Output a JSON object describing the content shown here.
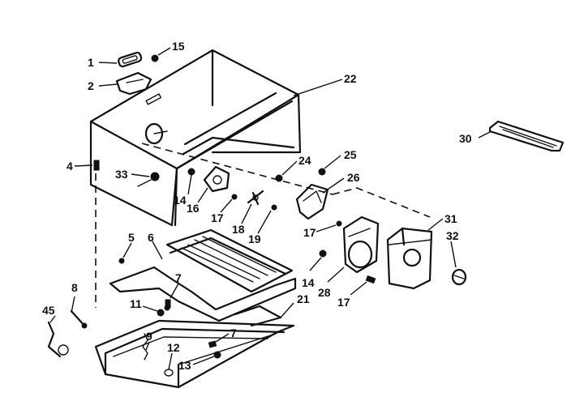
{
  "diagram": {
    "callouts": [
      {
        "id": "c1",
        "text": "1"
      },
      {
        "id": "c2",
        "text": "2"
      },
      {
        "id": "c15",
        "text": "15"
      },
      {
        "id": "c22",
        "text": "22"
      },
      {
        "id": "c4",
        "text": "4"
      },
      {
        "id": "c33",
        "text": "33"
      },
      {
        "id": "c24",
        "text": "24"
      },
      {
        "id": "c25",
        "text": "25"
      },
      {
        "id": "c26",
        "text": "26"
      },
      {
        "id": "c30",
        "text": "30"
      },
      {
        "id": "c14a",
        "text": "14"
      },
      {
        "id": "c16",
        "text": "16"
      },
      {
        "id": "c17a",
        "text": "17"
      },
      {
        "id": "c18",
        "text": "18"
      },
      {
        "id": "c19",
        "text": "19"
      },
      {
        "id": "c17b",
        "text": "17"
      },
      {
        "id": "c31",
        "text": "31"
      },
      {
        "id": "c32",
        "text": "32"
      },
      {
        "id": "c5",
        "text": "5"
      },
      {
        "id": "c6",
        "text": "6"
      },
      {
        "id": "c7a",
        "text": "7"
      },
      {
        "id": "c14b",
        "text": "14"
      },
      {
        "id": "c28",
        "text": "28"
      },
      {
        "id": "c17c",
        "text": "17"
      },
      {
        "id": "c8",
        "text": "8"
      },
      {
        "id": "c45",
        "text": "45"
      },
      {
        "id": "c11",
        "text": "11"
      },
      {
        "id": "c21",
        "text": "21"
      },
      {
        "id": "c9",
        "text": "9"
      },
      {
        "id": "c7b",
        "text": "7"
      },
      {
        "id": "c12",
        "text": "12"
      },
      {
        "id": "c13",
        "text": "13"
      }
    ]
  }
}
